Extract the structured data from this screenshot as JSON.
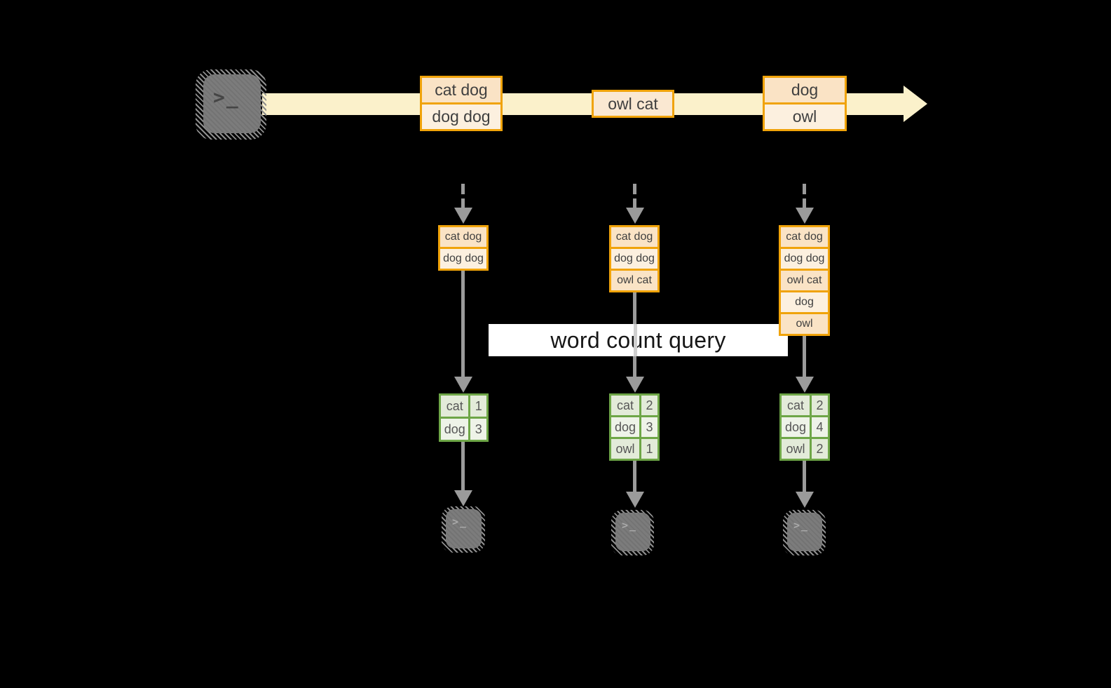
{
  "diagram": {
    "query_label": "word count query",
    "icons": {
      "terminal_prompt": ">_"
    },
    "colors": {
      "background": "#000000",
      "stream_band": "#FBF1CB",
      "orange_border": "#F0A30A",
      "orange_fill_dark": "#FAE3C5",
      "orange_fill_light": "#FCF0DF",
      "green_border": "#6EA647",
      "green_fill_dark": "#E3EBD9",
      "green_fill_light": "#EEF3E8",
      "arrow_gray": "#9B9B9B",
      "terminal_gray": "#7C7C7C",
      "label_bg": "#FFFFFF"
    },
    "stream": {
      "events": [
        {
          "lines": [
            "cat dog",
            "dog dog"
          ]
        },
        {
          "lines": [
            "owl cat"
          ]
        },
        {
          "lines": [
            "dog",
            "owl"
          ]
        }
      ]
    },
    "columns": [
      {
        "buffer": [
          "cat dog",
          "dog dog"
        ],
        "counts": [
          {
            "word": "cat",
            "count": "1"
          },
          {
            "word": "dog",
            "count": "3"
          }
        ]
      },
      {
        "buffer": [
          "cat dog",
          "dog dog",
          "owl cat"
        ],
        "counts": [
          {
            "word": "cat",
            "count": "2"
          },
          {
            "word": "dog",
            "count": "3"
          },
          {
            "word": "owl",
            "count": "1"
          }
        ]
      },
      {
        "buffer": [
          "cat dog",
          "dog dog",
          "owl cat",
          "dog",
          "owl"
        ],
        "counts": [
          {
            "word": "cat",
            "count": "2"
          },
          {
            "word": "dog",
            "count": "4"
          },
          {
            "word": "owl",
            "count": "2"
          }
        ]
      }
    ]
  }
}
